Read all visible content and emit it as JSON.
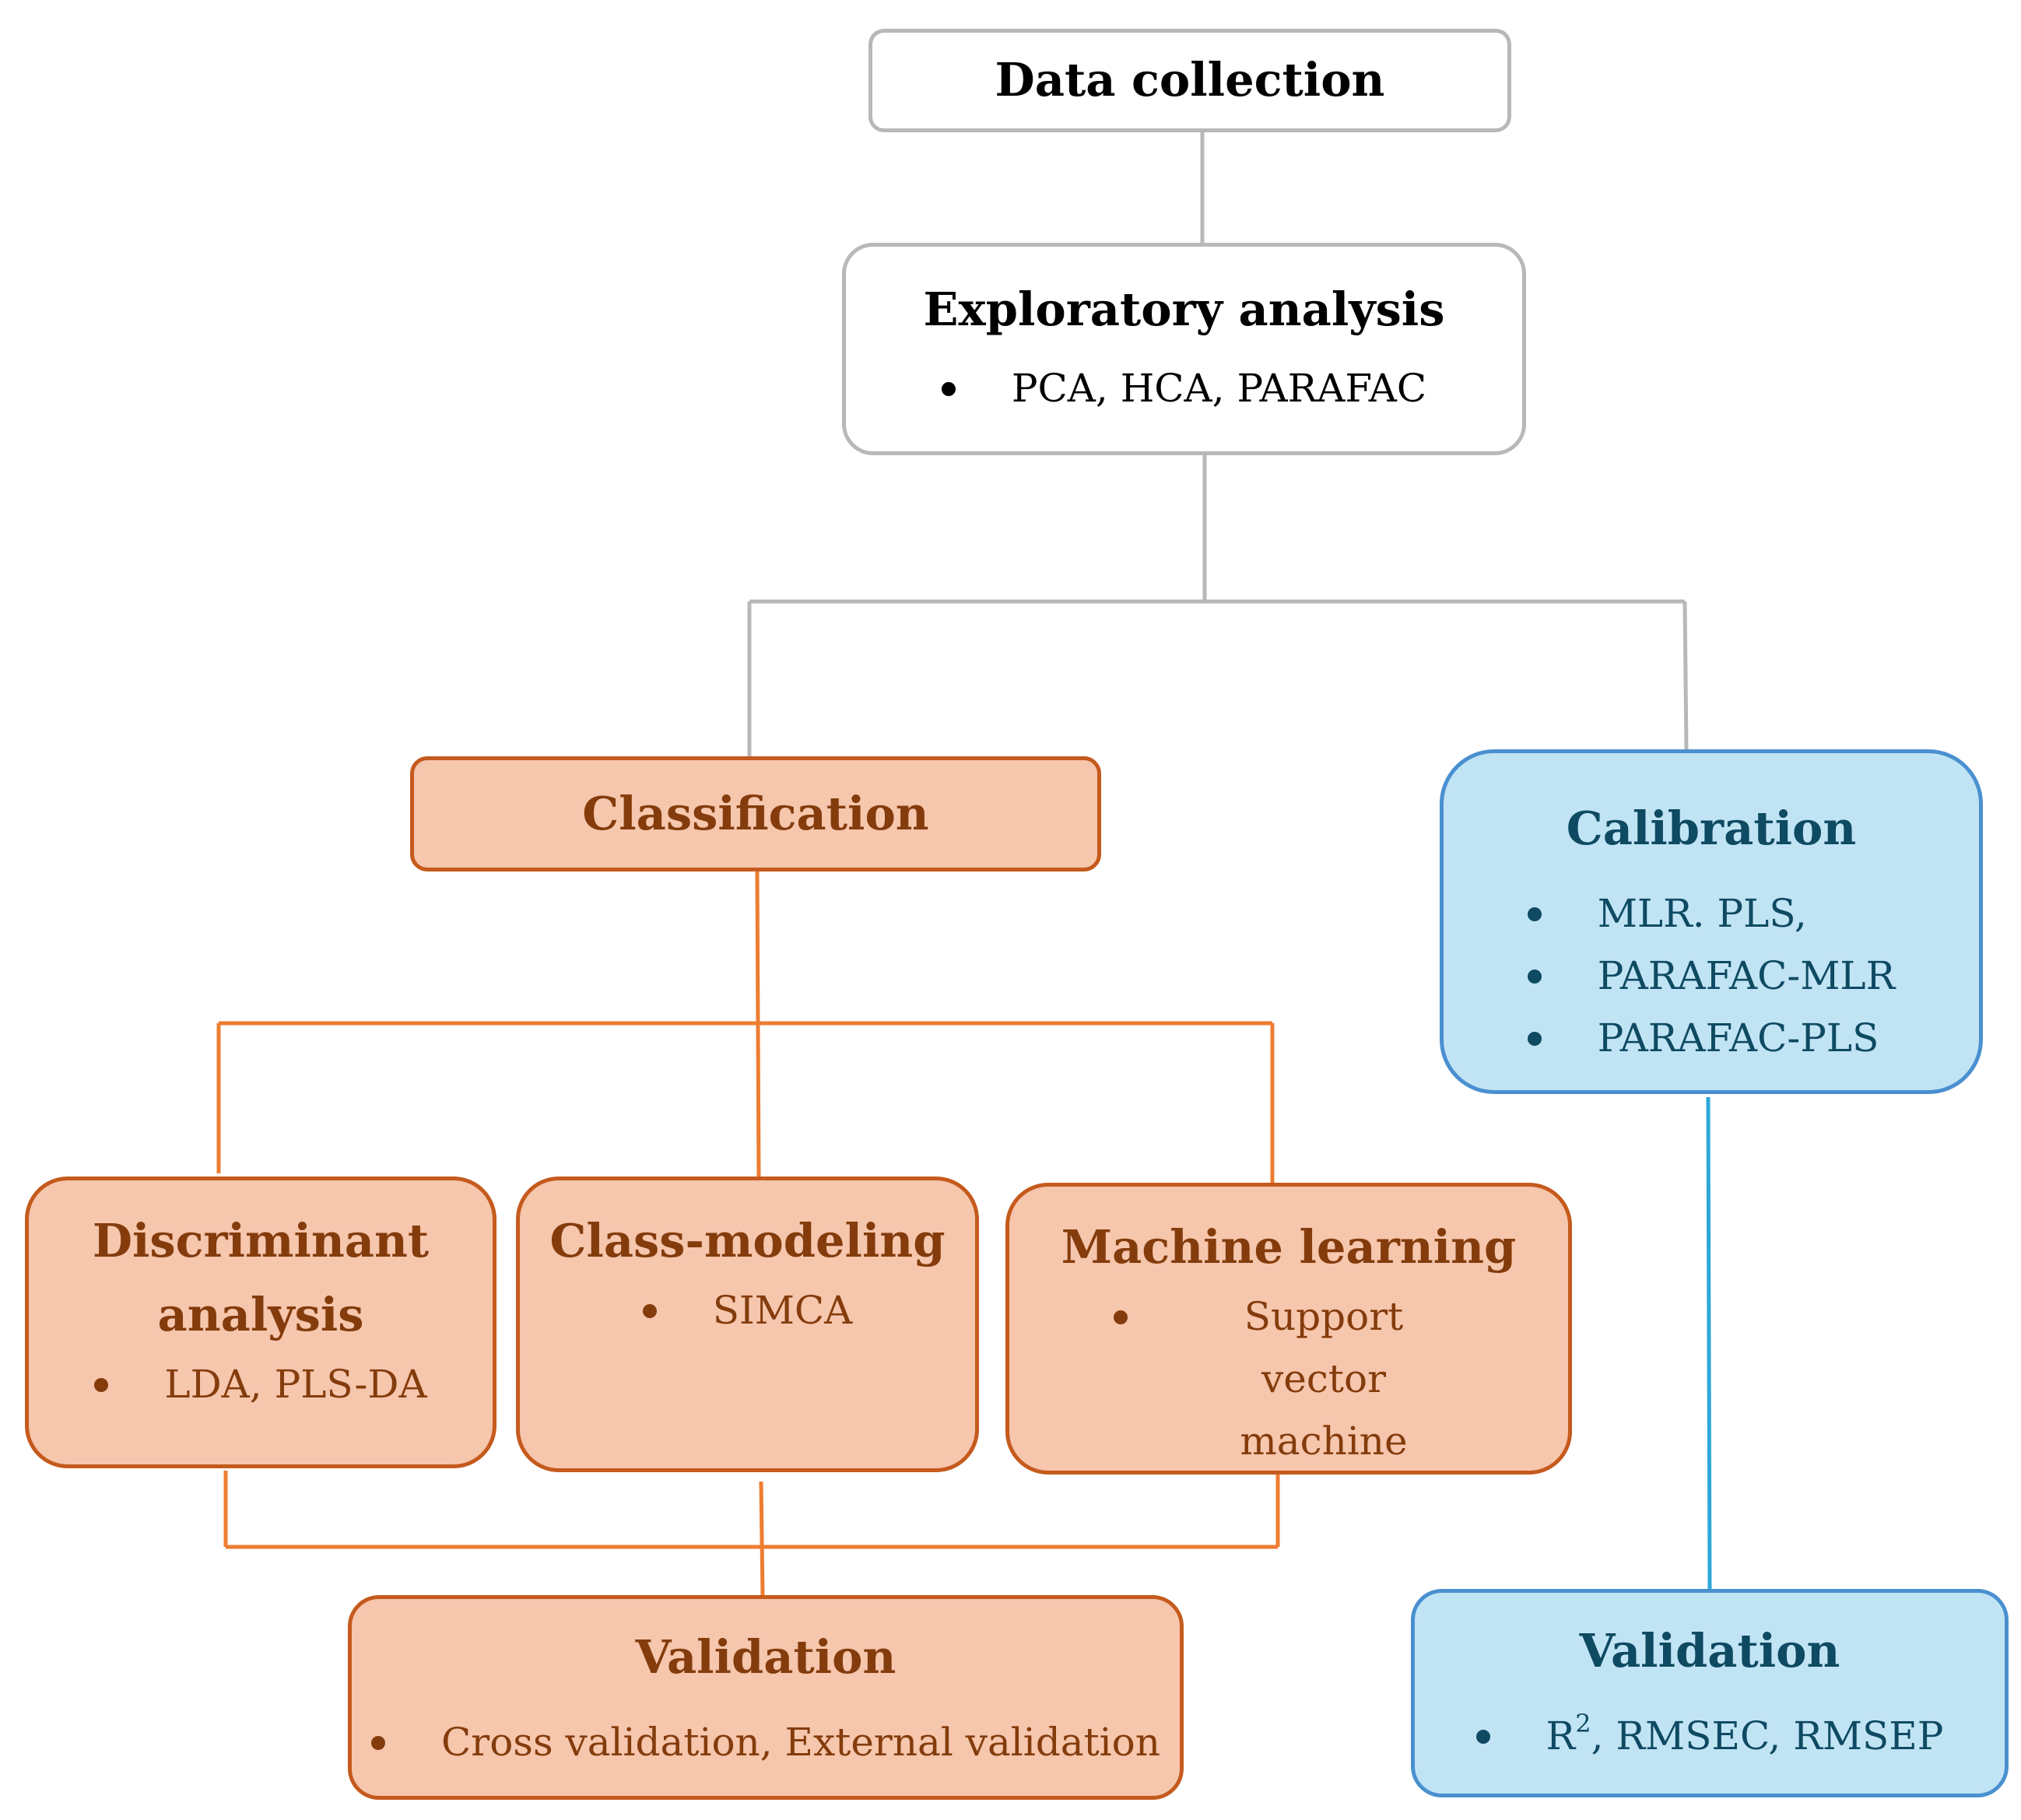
{
  "colors": {
    "neutral_border": "#b8b8b8",
    "classification_fill": "#f6c6ad",
    "classification_border": "#c55a1d",
    "classification_text": "#843c0c",
    "calibration_fill": "#c1e4f5",
    "calibration_border": "#4a90d0",
    "calibration_text": "#0e4a62",
    "classification_connector": "#ed7d31",
    "calibration_connector": "#2da8d8"
  },
  "data_collection": {
    "title": "Data collection"
  },
  "exploratory": {
    "title": "Exploratory analysis",
    "items": [
      "PCA, HCA, PARAFAC"
    ]
  },
  "classification": {
    "title": "Classification"
  },
  "discriminant": {
    "title": "Discriminant analysis",
    "items": [
      "LDA, PLS-DA"
    ]
  },
  "class_modeling": {
    "title": "Class-modeling",
    "items": [
      "SIMCA"
    ]
  },
  "machine_learning": {
    "title": "Machine learning",
    "items": [
      "Support vector machine"
    ]
  },
  "validation_classification": {
    "title": "Validation",
    "items": [
      "Cross validation, External validation"
    ]
  },
  "calibration": {
    "title": "Calibration",
    "items": [
      "MLR. PLS,",
      "PARAFAC-MLR",
      "PARAFAC-PLS"
    ]
  },
  "validation_calibration": {
    "title": "Validation",
    "item_r": "R",
    "item_sup": "2",
    "item_rest": ", RMSEC, RMSEP"
  }
}
